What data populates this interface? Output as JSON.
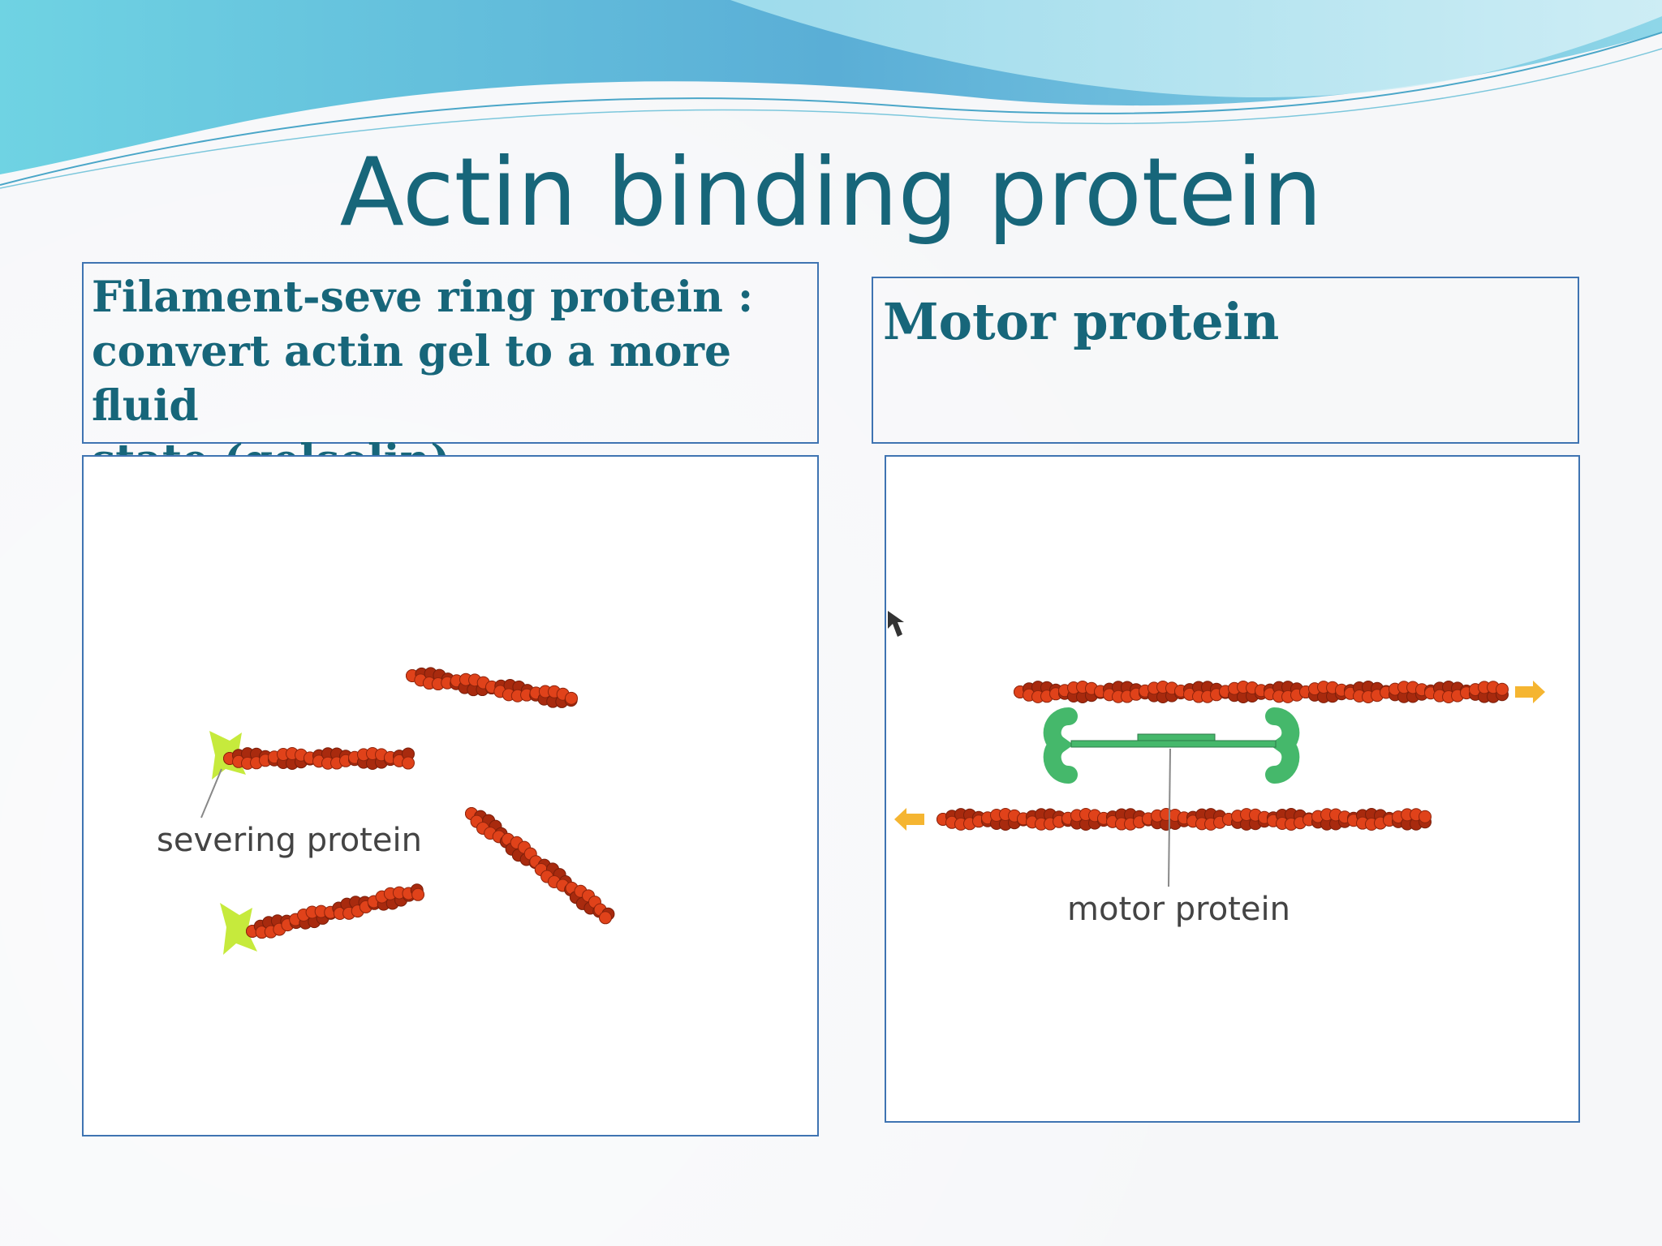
{
  "slide": {
    "title": "Actin binding protein",
    "left_heading": "Filament-seve ring protein :\nconvert actin gel to a more fluid\nstate (gelsolin)",
    "right_heading": "Motor protein"
  },
  "figures": {
    "left_caption": "severing protein",
    "right_caption": "motor protein"
  },
  "colors": {
    "title": "#17667a",
    "border": "#3f74b2",
    "actin": "#e0421a",
    "actin_dark": "#a82a0e",
    "severing_protein": "#c6ea3c",
    "motor_protein": "#45b86b",
    "arrow": "#f5b531"
  }
}
